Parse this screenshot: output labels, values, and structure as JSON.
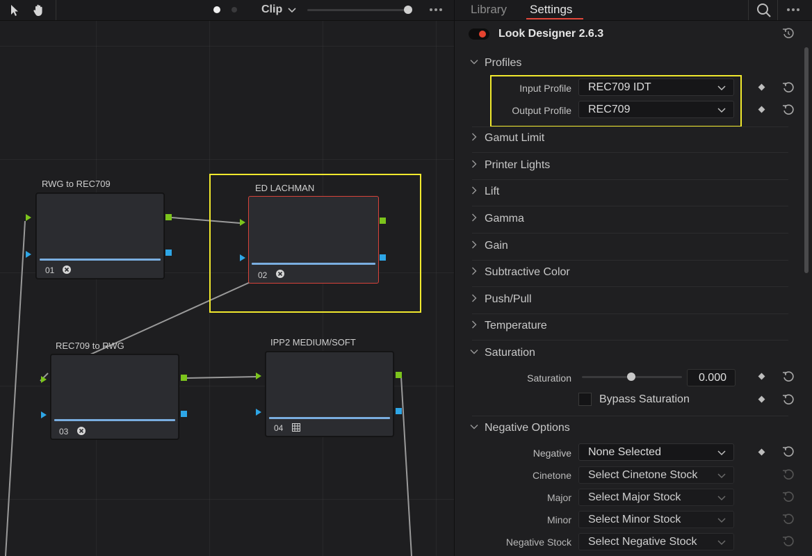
{
  "node_editor": {
    "toolbar": {
      "clip_label": "Clip"
    },
    "nodes": [
      {
        "label": "RWG to REC709",
        "number": "01"
      },
      {
        "label": "ED LACHMAN",
        "number": "02"
      },
      {
        "label": "REC709 to RWG",
        "number": "03"
      },
      {
        "label": "IPP2 MEDIUM/SOFT",
        "number": "04"
      }
    ]
  },
  "inspector": {
    "tabs": {
      "library": "Library",
      "settings": "Settings"
    },
    "effect": {
      "title": "Look Designer 2.6.3",
      "enabled": true
    },
    "profiles": {
      "header": "Profiles",
      "input_label": "Input Profile",
      "input_value": "REC709 IDT",
      "output_label": "Output Profile",
      "output_value": "REC709"
    },
    "sections": [
      "Gamut Limit",
      "Printer Lights",
      "Lift",
      "Gamma",
      "Gain",
      "Subtractive Color",
      "Push/Pull",
      "Temperature"
    ],
    "saturation": {
      "header": "Saturation",
      "label": "Saturation",
      "value": "0.000",
      "bypass_label": "Bypass Saturation"
    },
    "negative_options": {
      "header": "Negative Options",
      "rows": [
        {
          "label": "Negative",
          "value": "None Selected"
        },
        {
          "label": "Cinetone",
          "value": "Select Cinetone Stock"
        },
        {
          "label": "Major",
          "value": "Select Major Stock"
        },
        {
          "label": "Minor",
          "value": "Select Minor Stock"
        },
        {
          "label": "Negative Stock",
          "value": "Select Negative Stock"
        }
      ]
    }
  },
  "colors": {
    "accent": "#e2473a",
    "highlight": "#f1e92d",
    "pin_green": "#7cc41c",
    "pin_blue": "#2ea6e6"
  }
}
